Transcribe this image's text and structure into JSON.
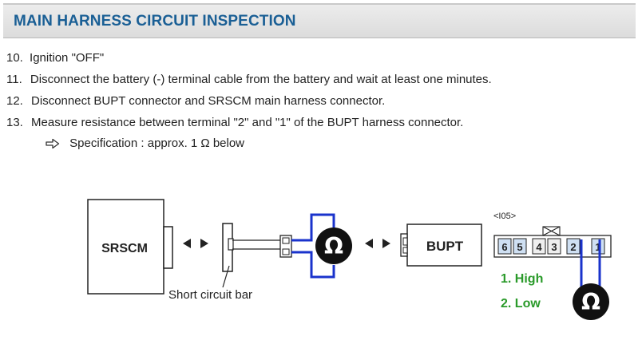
{
  "header": {
    "title": "MAIN HARNESS CIRCUIT INSPECTION"
  },
  "steps": [
    {
      "num": "10.",
      "text": "Ignition \"OFF\""
    },
    {
      "num": "11.",
      "text": "Disconnect the battery (-) terminal cable from the battery and wait at least one minutes."
    },
    {
      "num": "12.",
      "text": "Disconnect BUPT connector and SRSCM main harness connector."
    },
    {
      "num": "13.",
      "text": "Measure resistance between terminal \"2\" and \"1\" of the BUPT harness connector."
    }
  ],
  "specification": {
    "text": "Specification : approx. 1 Ω below",
    "icon": "arrow-right-outline-icon"
  },
  "diagram": {
    "srscm_label": "SRSCM",
    "short_bar_label": "Short circuit bar",
    "bupt_label": "BUPT",
    "ohm_symbol": "Ω",
    "connector_code": "<I05>",
    "terminals": [
      "6",
      "5",
      "4",
      "3",
      "2",
      "1"
    ],
    "pin_high": "1. High",
    "pin_low": "2. Low",
    "colors": {
      "title": "#1a5f95",
      "wire": "#1a33cc",
      "pins_label": "#2a9a2a",
      "terminal_fill": "#cfe0f3",
      "terminal_blank": "#efefef"
    }
  }
}
